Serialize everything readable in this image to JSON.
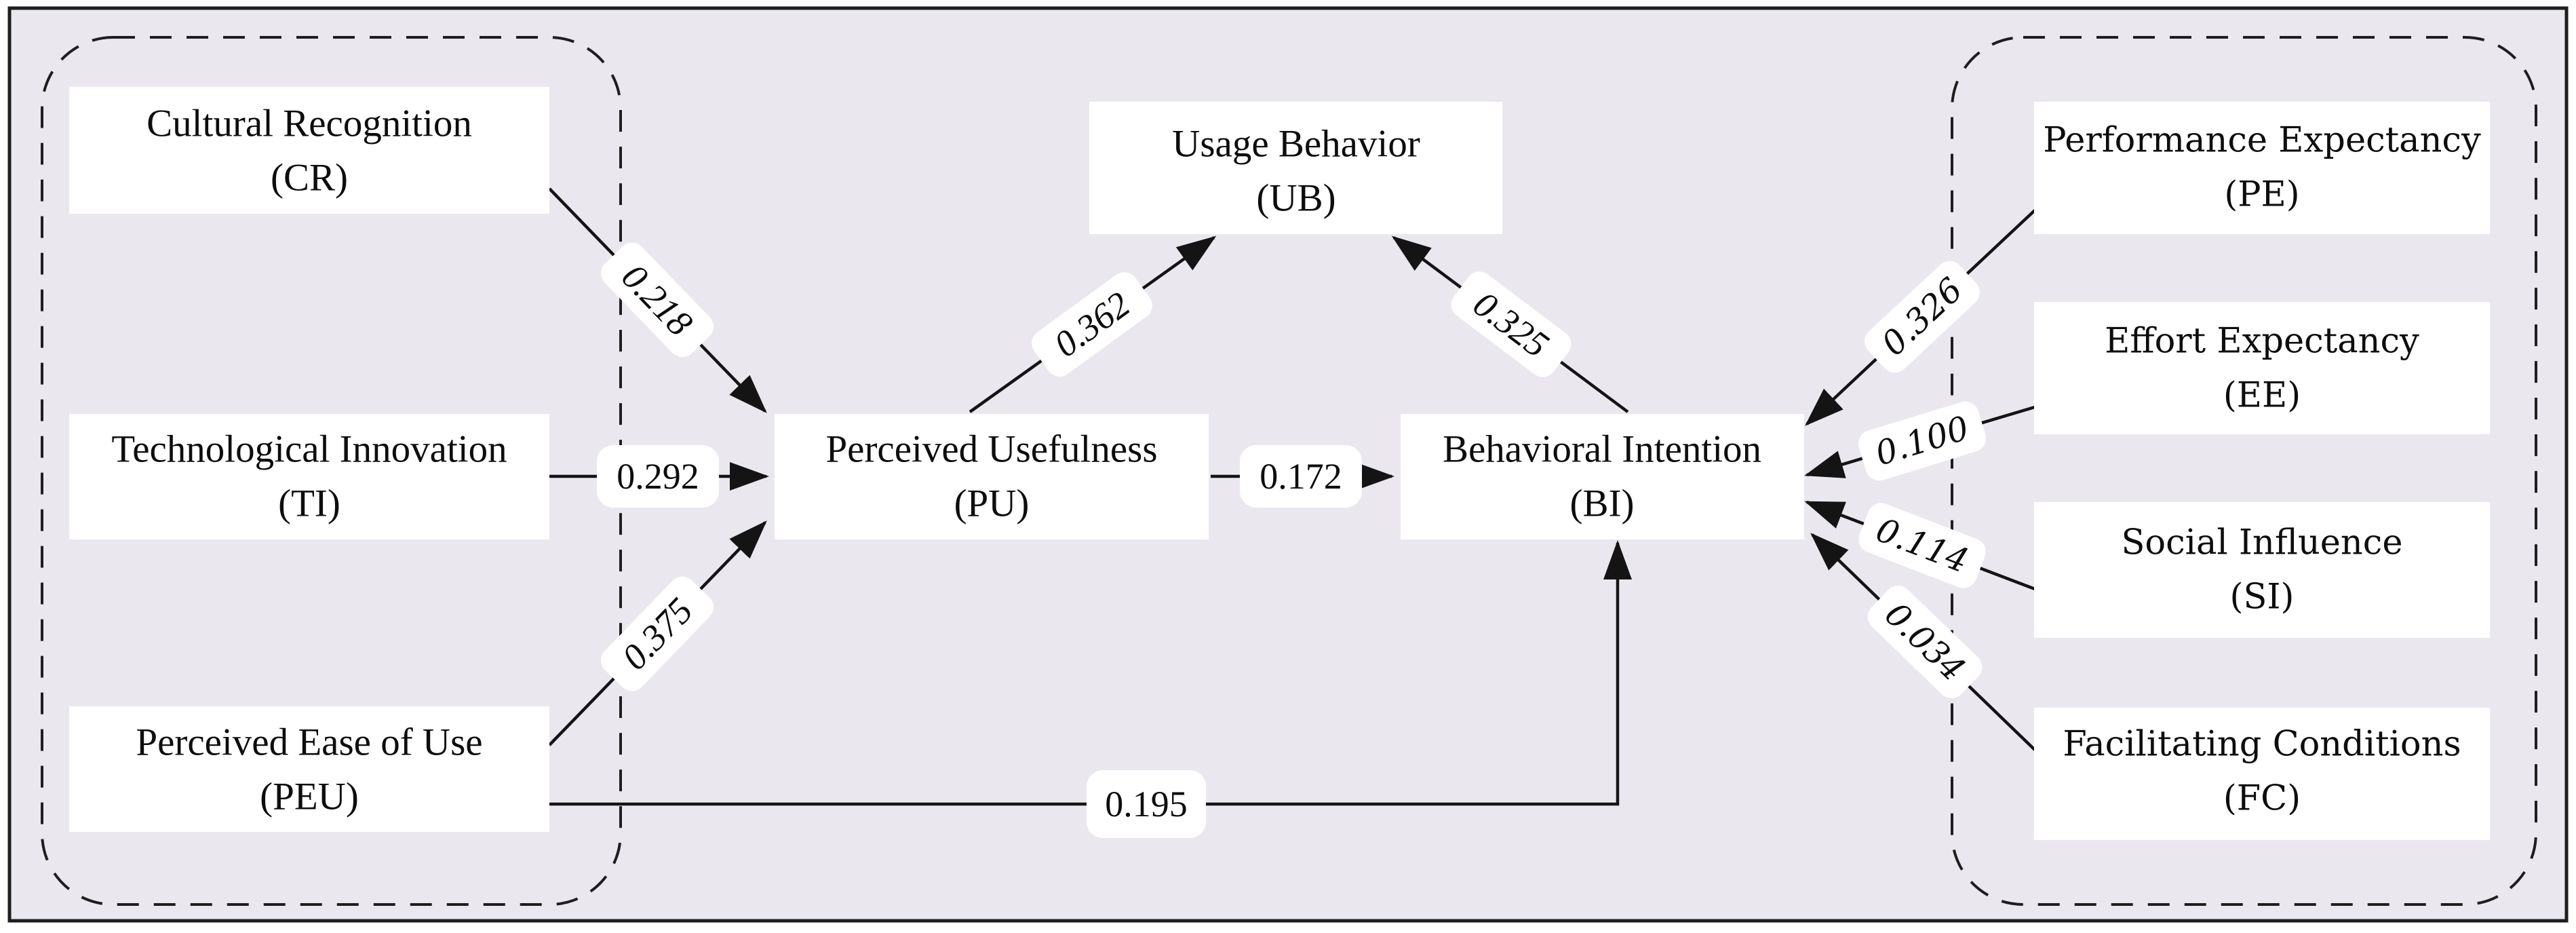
{
  "figure": {
    "background_color": "#eae8ee",
    "box_color": "#ffffff",
    "line_color": "#141414",
    "description_nodes": "latent constructs",
    "description_paths": "standardized path coefficients"
  },
  "nodes": {
    "cr": {
      "label": "Cultural Recognition",
      "abbr": "(CR)"
    },
    "ti": {
      "label": "Technological Innovation",
      "abbr": "(TI)"
    },
    "peu": {
      "label": "Perceived Ease of Use",
      "abbr": "(PEU)"
    },
    "pu": {
      "label": "Perceived Usefulness",
      "abbr": "(PU)"
    },
    "ub": {
      "label": "Usage Behavior",
      "abbr": "(UB)"
    },
    "bi": {
      "label": "Behavioral Intention",
      "abbr": "(BI)"
    },
    "pe": {
      "label": "Performance Expectancy",
      "abbr": "(PE)"
    },
    "ee": {
      "label": "Effort Expectancy",
      "abbr": "(EE)"
    },
    "si": {
      "label": "Social Influence",
      "abbr": "(SI)"
    },
    "fc": {
      "label": "Facilitating Conditions",
      "abbr": "(FC)"
    }
  },
  "paths": {
    "cr_pu": {
      "from": "CR",
      "to": "PU",
      "coefficient": "0.218"
    },
    "ti_pu": {
      "from": "TI",
      "to": "PU",
      "coefficient": "0.292"
    },
    "peu_pu": {
      "from": "PEU",
      "to": "PU",
      "coefficient": "0.375"
    },
    "pu_ub": {
      "from": "PU",
      "to": "UB",
      "coefficient": "0.362"
    },
    "bi_ub": {
      "from": "BI",
      "to": "UB",
      "coefficient": "0.325"
    },
    "pu_bi": {
      "from": "PU",
      "to": "BI",
      "coefficient": "0.172"
    },
    "peu_bi": {
      "from": "PEU",
      "to": "BI",
      "coefficient": "0.195"
    },
    "pe_bi": {
      "from": "PE",
      "to": "BI",
      "coefficient": "0.326"
    },
    "ee_bi": {
      "from": "EE",
      "to": "BI",
      "coefficient": "0.100"
    },
    "si_bi": {
      "from": "SI",
      "to": "BI",
      "coefficient": "0.114"
    },
    "fc_bi": {
      "from": "FC",
      "to": "BI",
      "coefficient": "0.034"
    }
  }
}
